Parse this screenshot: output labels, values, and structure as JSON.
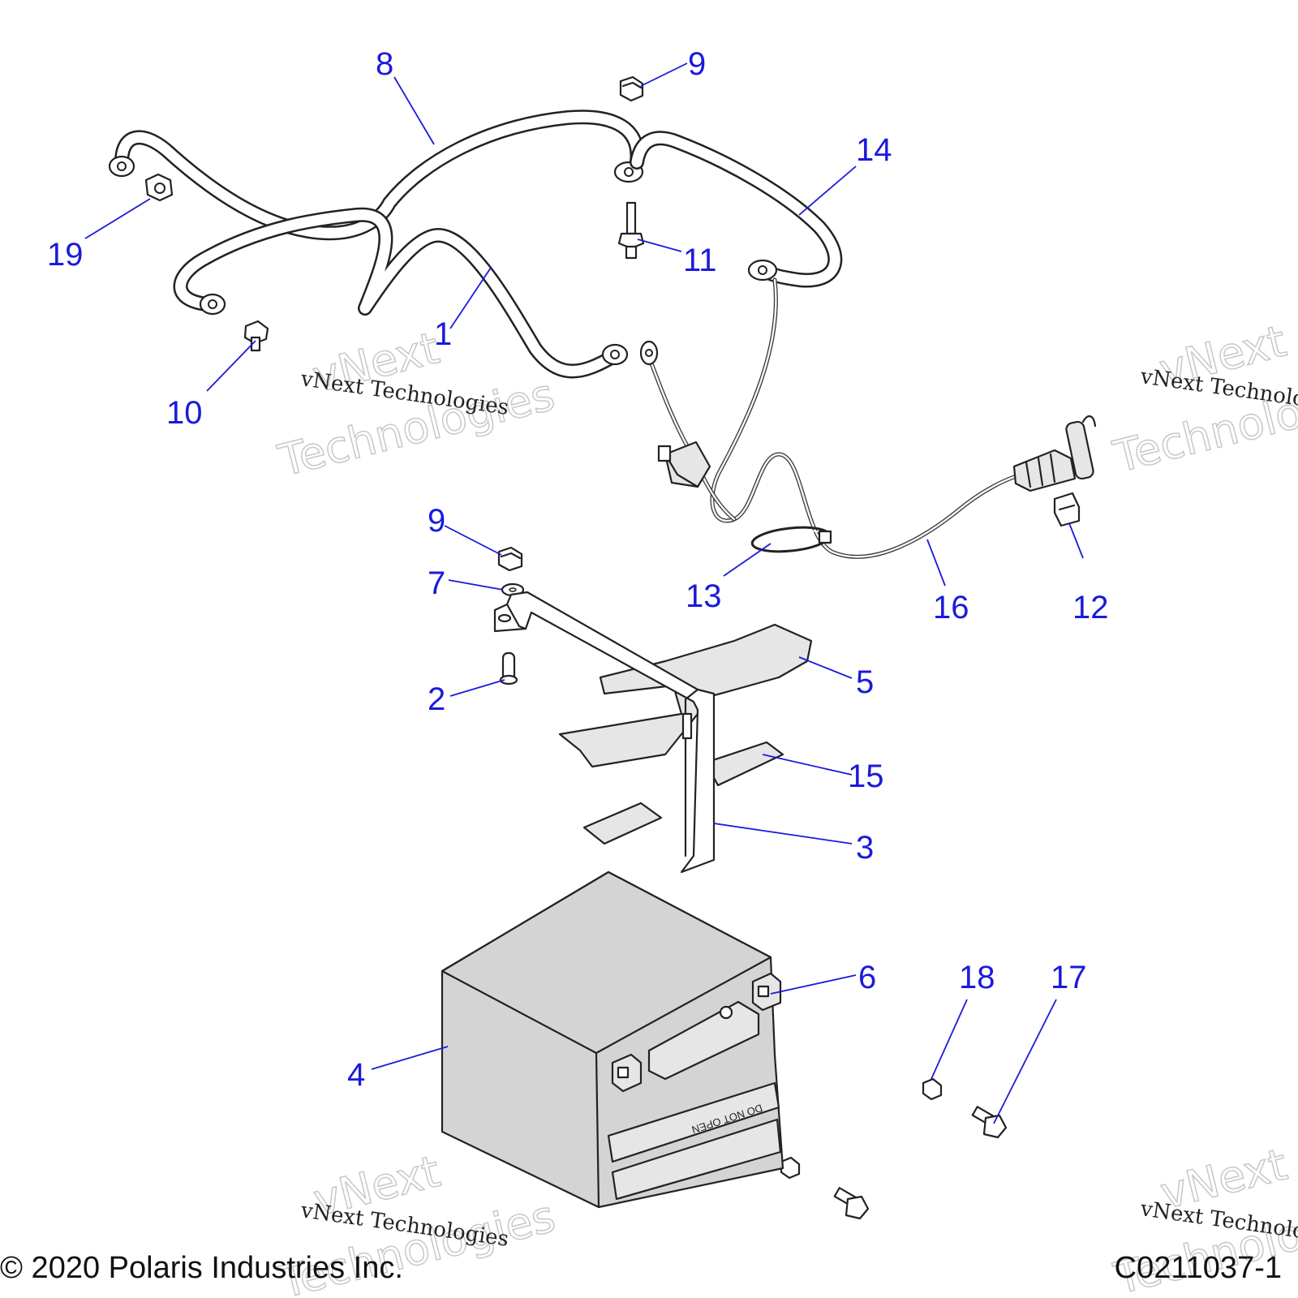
{
  "callouts": [
    {
      "id": "c1",
      "text": "1"
    },
    {
      "id": "c2",
      "text": "2"
    },
    {
      "id": "c3",
      "text": "3"
    },
    {
      "id": "c4",
      "text": "4"
    },
    {
      "id": "c5",
      "text": "5"
    },
    {
      "id": "c6",
      "text": "6"
    },
    {
      "id": "c7",
      "text": "7"
    },
    {
      "id": "c8",
      "text": "8"
    },
    {
      "id": "c9a",
      "text": "9"
    },
    {
      "id": "c9b",
      "text": "9"
    },
    {
      "id": "c10",
      "text": "10"
    },
    {
      "id": "c11",
      "text": "11"
    },
    {
      "id": "c12",
      "text": "12"
    },
    {
      "id": "c13",
      "text": "13"
    },
    {
      "id": "c14",
      "text": "14"
    },
    {
      "id": "c15",
      "text": "15"
    },
    {
      "id": "c16",
      "text": "16"
    },
    {
      "id": "c17",
      "text": "17"
    },
    {
      "id": "c18",
      "text": "18"
    },
    {
      "id": "c19",
      "text": "19"
    }
  ],
  "battery_label": "DO NOT OPEN",
  "watermark": {
    "small": "vNext Technologies",
    "big_top": "vNext",
    "big_bottom": "Technologies"
  },
  "footer": {
    "copyright": "© 2020 Polaris Industries Inc.",
    "code": "C0211037-1"
  },
  "colors": {
    "callout": "#1a1adc",
    "line": "#222222",
    "part_fill": "#d4d4d4"
  }
}
